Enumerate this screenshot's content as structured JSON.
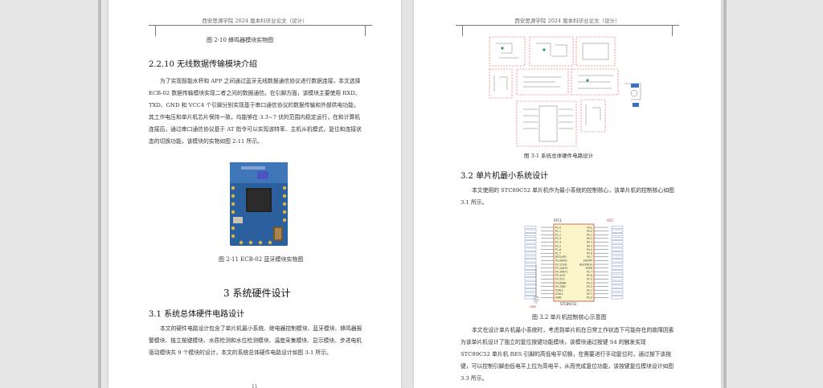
{
  "header": "西安思源学院 2024 届本科毕业论文（设计）",
  "left_page": {
    "fig_2_10_caption": "图 2-10  蜂鸣器模块实物图",
    "section_2_2_10_title": "2.2.10 无线数据传输模块介绍",
    "para_wireless": "为了实现智能水杯和 APP 之间通过蓝牙无线数据通信协议进行数据连接，本文选择 ECB-02 数据传输模块实现二者之间的数据通信。在引脚方面，该模块主要使用 RXD、TXD、GND 和 VCC4 个引脚分别实现基于串口通信协议的数据传输和外部供电功能，其工作电压和单片机芯片保持一致，均能够在 3.3~7 伏的范围内稳定运行，在和计算机连接后，通过串口通信协议基于 AT 指令可以实现波特率、主机从机模式，复位和连接状态的切换功能，该模块的实物如图 2-11 所示。",
    "fig_2_11_caption": "图 2-11 ECB-02 蓝牙模块实物图",
    "chapter_3_title": "3 系统硬件设计",
    "section_3_1_title": "3.1 系统总体硬件电路设计",
    "para_3_1": "本文的硬件电路设计包含了单片机最小系统、继电器控制模块、蓝牙模块、蜂鸣器报警模块、独立按键模块、水质检测和水位检测模块、温度采集模块、显示模块、步进电机驱动模块共 9 个模块的设计，本文的系统总体硬件电路设计如图 3-1 所示。",
    "page_number": "11"
  },
  "right_page": {
    "fig_3_1_caption": "图 3-1  系统总体硬件电路设计",
    "section_3_2_title": "3.2 单片机最小系统设计",
    "para_3_2": "本文使用的 STC89C52 单片机作为最小系统的控制核心，该单片机的控制核心如图 3.1 所示。",
    "fig_3_2_caption": "图 3.2  单片机控制核心示意图",
    "para_reset": "本文在设计单片机最小系统时，考虑到单片机在日常工作状态下可能存在的故障因素为该单片机设计了独立的复位按键功能模块，该模块通过按键 S4 的触发实现 STC89C52 单片机 RES 引脚的高低电平切换，在需要进行手动复位时，通过按下该按键，可以控制引脚由低电平上拉为高电平，从而完成复位功能，该按键复位模块设计如图 3.3 所示。",
    "schematic": {
      "chip_ref": "STC1",
      "chip_name": "STC89C52",
      "vcc": "VCC",
      "gnd": "GND",
      "left_pins": [
        "P1.0",
        "P1.1",
        "P1.2",
        "P1.3",
        "P1.4",
        "P1.5",
        "P1.6",
        "P1.7",
        "RST/VPD",
        "P3.0/RxD",
        "P3.1/TxD",
        "P3.2/INT0",
        "P3.3/INT1",
        "P3.4/T0",
        "P3.5/T1",
        "P3.6/WR",
        "P3.7/RD",
        "XTAL2",
        "XTAL1",
        "GND"
      ],
      "right_pins": [
        "VCC",
        "P0.0",
        "P0.1",
        "P0.2",
        "P0.3",
        "P0.4",
        "P0.5",
        "P0.6",
        "P0.7",
        "EA/VPP",
        "ALE/PROG",
        "PSEN",
        "P2.7",
        "P2.6",
        "P2.5",
        "P2.4",
        "P2.3",
        "P2.2",
        "P2.1",
        "P2.0"
      ]
    }
  }
}
